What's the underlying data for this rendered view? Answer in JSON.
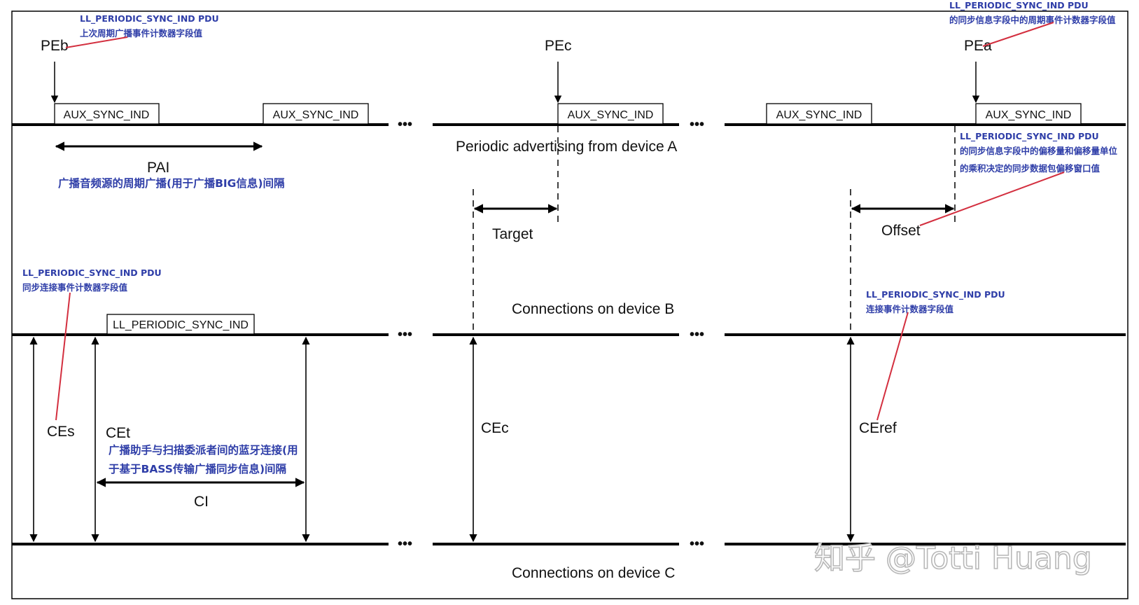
{
  "events": {
    "peb": "PEb",
    "pec": "PEc",
    "pea": "PEa"
  },
  "boxes": {
    "aux": "AUX_SYNC_IND",
    "ll": "LL_PERIODIC_SYNC_IND"
  },
  "lines": {
    "device_a": "Periodic advertising from device A",
    "device_b": "Connections on device B",
    "device_c": "Connections on device C"
  },
  "intervals": {
    "pai": "PAI",
    "target": "Target",
    "offset": "Offset",
    "ci": "CI",
    "ces": "CEs",
    "cet": "CEt",
    "cec": "CEc",
    "ceref": "CEref"
  },
  "annotations": {
    "peb_title": "LL_PERIODIC_SYNC_IND PDU",
    "peb_desc": "上次周期广播事件计数器字段值",
    "pea_title": "LL_PERIODIC_SYNC_IND PDU",
    "pea_desc": "的同步信息字段中的周期事件计数器字段值",
    "offset_title": "LL_PERIODIC_SYNC_IND PDU",
    "offset_desc1": "的同步信息字段中的偏移量和偏移量单位",
    "offset_desc2": "的乘积决定的同步数据包偏移窗口值",
    "pai_desc": "广播音频源的周期广播(用于广播BIG信息)间隔",
    "ces_title": "LL_PERIODIC_SYNC_IND PDU",
    "ces_desc": "同步连接事件计数器字段值",
    "ceref_title": "LL_PERIODIC_SYNC_IND PDU",
    "ceref_desc": "连接事件计数器字段值",
    "ci_desc1": "广播助手与扫描委派者间的蓝牙连接(用",
    "ci_desc2": "于基于BASS传输广播同步信息)间隔"
  },
  "ellipsis": "•••",
  "watermark": "知乎 @Totti Huang",
  "colors": {
    "annotation_text": "#2f3ea8",
    "leader_line": "#d32f3f",
    "line": "#000000"
  }
}
